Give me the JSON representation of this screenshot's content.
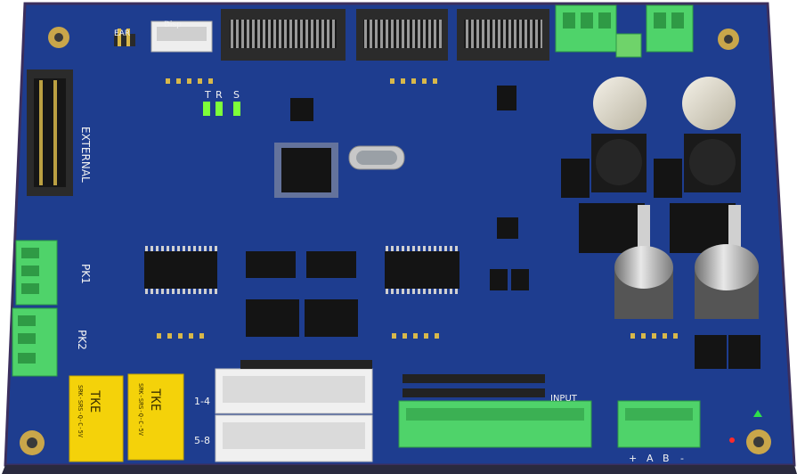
{
  "board": {
    "color": "#1e3d8f",
    "edge_color": "#3b2f5e",
    "labels": {
      "ear": "EAR",
      "disp": "Disp",
      "tx": "T",
      "rx": "R",
      "s": "S",
      "external": "EXTERNAL",
      "pk1": "PK1",
      "pk2": "PK2",
      "ch_1_4": "1-4",
      "ch_5_8": "5-8",
      "input": "INPUT",
      "plus": "+",
      "a": "A",
      "b": "B",
      "minus": "-"
    },
    "relay_text": {
      "brand": "TKE",
      "model": "SRK-SRS-Q-C-5V"
    },
    "colors": {
      "terminal_green": "#4fd36a",
      "relay_yellow": "#f4d20a",
      "pad_gold": "#d8b84a",
      "led_green": "#7dff3a",
      "ic_black": "#141414"
    }
  }
}
